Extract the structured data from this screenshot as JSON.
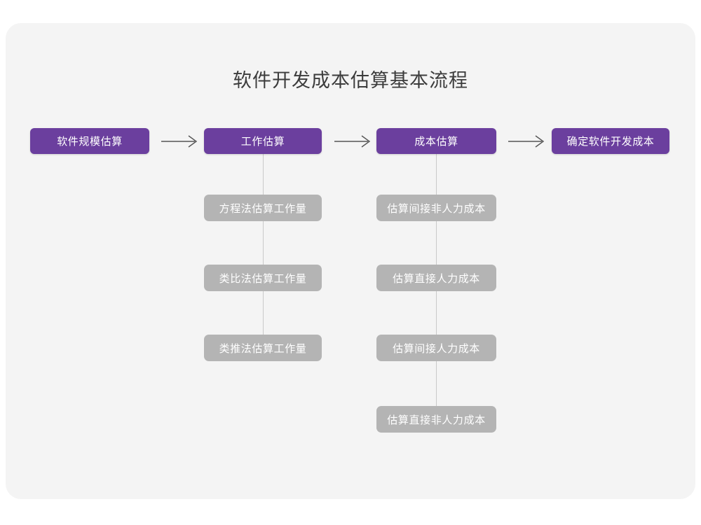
{
  "chart_data": {
    "type": "diagram",
    "title": "软件开发成本估算基本流程",
    "diagram_kind": "flowchart",
    "orientation": "left-to-right with vertical sub-branches",
    "colors": {
      "page_background": "#ffffff",
      "card_background": "#f4f4f4",
      "primary_node": "#6b3f9e",
      "primary_node_text": "#ffffff",
      "secondary_node": "#b4b4b4",
      "secondary_node_text": "#ffffff",
      "connector_line": "#c9c9c9",
      "arrow": "#555555",
      "title_text": "#3c3c3c"
    },
    "main_flow": [
      "软件规模估算",
      "工作估算",
      "成本估算",
      "确定软件开发成本"
    ],
    "branches": [
      {
        "parent": "工作估算",
        "children": [
          "方程法估算工作量",
          "类比法估算工作量",
          "类推法估算工作量"
        ]
      },
      {
        "parent": "成本估算",
        "children": [
          "估算间接非人力成本",
          "估算直接人力成本",
          "估算间接人力成本",
          "估算直接非人力成本"
        ]
      }
    ]
  },
  "title": "软件开发成本估算基本流程",
  "main_flow": {
    "nodes": [
      {
        "label": "软件规模估算"
      },
      {
        "label": "工作估算"
      },
      {
        "label": "成本估算"
      },
      {
        "label": "确定软件开发成本"
      }
    ],
    "connectors": [
      {
        "name": "arrow-1",
        "from": "软件规模估算",
        "to": "工作估算"
      },
      {
        "name": "arrow-2",
        "from": "工作估算",
        "to": "成本估算"
      },
      {
        "name": "arrow-3",
        "from": "成本估算",
        "to": "确定软件开发成本"
      }
    ]
  },
  "effort_branch": {
    "parent": "工作估算",
    "items": [
      {
        "label": "方程法估算工作量"
      },
      {
        "label": "类比法估算工作量"
      },
      {
        "label": "类推法估算工作量"
      }
    ]
  },
  "cost_branch": {
    "parent": "成本估算",
    "items": [
      {
        "label": "估算间接非人力成本"
      },
      {
        "label": "估算直接人力成本"
      },
      {
        "label": "估算间接人力成本"
      },
      {
        "label": "估算直接非人力成本"
      }
    ]
  }
}
